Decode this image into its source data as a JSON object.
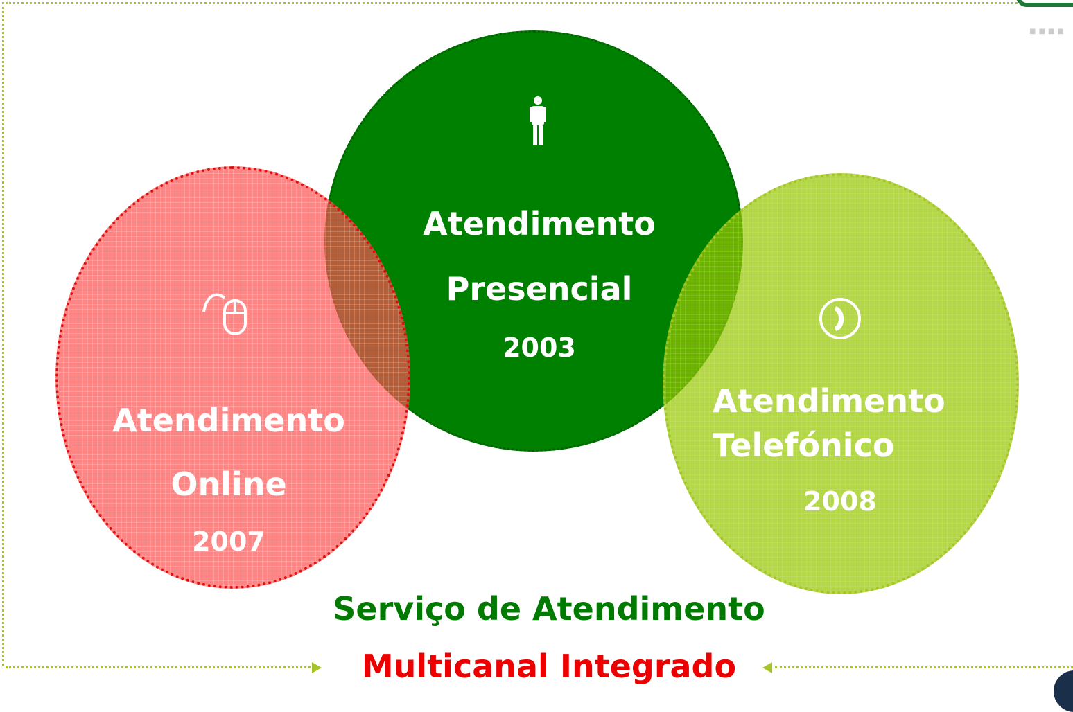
{
  "circles": {
    "online": {
      "line1": "Atendimento",
      "line2": "Online",
      "year": "2007",
      "color": "#ff5050"
    },
    "presencial": {
      "line1": "Atendimento",
      "line2": "Presencial",
      "year": "2003",
      "color": "#008000"
    },
    "telefonico": {
      "line1": "Atendimento",
      "line2": "Telefónico",
      "year": "2008",
      "color": "#96c800"
    }
  },
  "icons": {
    "online": "mouse-icon",
    "presencial": "person-icon",
    "telefonico": "phone-icon"
  },
  "footer": {
    "line1": "Serviço de Atendimento",
    "line2": "Multicanal Integrado"
  },
  "colors": {
    "frame": "#a6c427",
    "title_green": "#007a00",
    "title_red": "#ee0000"
  }
}
